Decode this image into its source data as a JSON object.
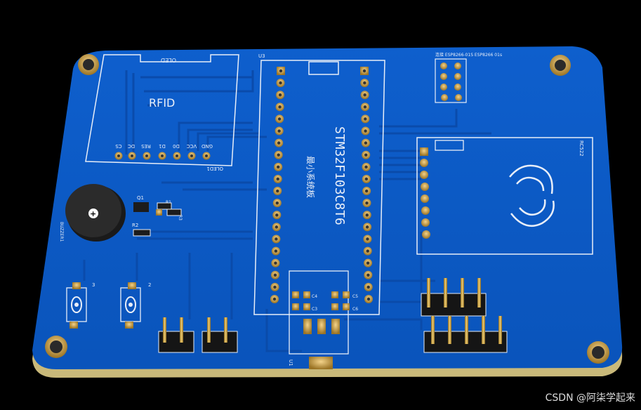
{
  "board": {
    "oled_title": "OLED",
    "oled_ref": "OLED1",
    "oled_pins": [
      "CS",
      "DC",
      "RES",
      "D1",
      "D0",
      "VCC",
      "GND"
    ],
    "rfid_label": "RFID",
    "mcu_ref": "U3",
    "mcu_part": "STM32F103C8T6",
    "mcu_sub": "最小系统板",
    "rc522_ref": "RC522",
    "esp_header": "连接 ESP8266-01S ESP8266 01s",
    "buzzer_ref": "BUZZER1",
    "q1": "Q1",
    "r1": "R1",
    "r2": "R2",
    "r3": "R3",
    "sw3": "3",
    "sw2": "2",
    "c4": "C4",
    "c3": "C3",
    "c5": "C5",
    "c6": "C6",
    "u1": "U1"
  },
  "colors": {
    "board": "#0b5bc6",
    "silk": "#e8eef8",
    "gold": "#c9a04a",
    "background": "#000000"
  },
  "watermark": "CSDN @阿柒学起来"
}
